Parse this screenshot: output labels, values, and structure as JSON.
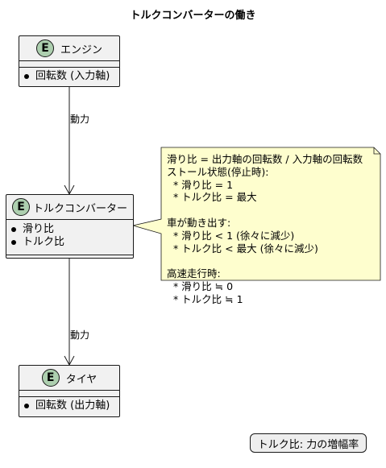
{
  "diagram": {
    "title": "トルクコンバーターの働き",
    "entities": {
      "engine": {
        "badge": "E",
        "name": "エンジン",
        "fields": [
          "回転数 (入力軸)"
        ]
      },
      "torque_converter": {
        "badge": "E",
        "name": "トルクコンバーター",
        "fields": [
          "滑り比",
          "トルク比"
        ]
      },
      "tire": {
        "badge": "E",
        "name": "タイヤ",
        "fields": [
          "回転数 (出力軸)"
        ]
      }
    },
    "edges": {
      "engine_to_tc": "動力",
      "tc_to_tire": "動力"
    },
    "note": "滑り比 = 出力軸の回転数 / 入力軸の回転数\nストール状態(停止時):\n  * 滑り比 = 1\n  * トルク比 = 最大\n\n車が動き出す:\n  * 滑り比 < 1 (徐々に減少)\n  * トルク比 < 最大 (徐々に減少)\n\n高速走行時:\n  * 滑り比 ≒ 0\n  * トルク比 ≒ 1",
    "legend": "トルク比: 力の増幅率",
    "colors": {
      "entity_fill": "#f1f1f1",
      "badge_fill": "#adcfaf",
      "note_fill": "#fefece",
      "line": "#181818"
    }
  }
}
